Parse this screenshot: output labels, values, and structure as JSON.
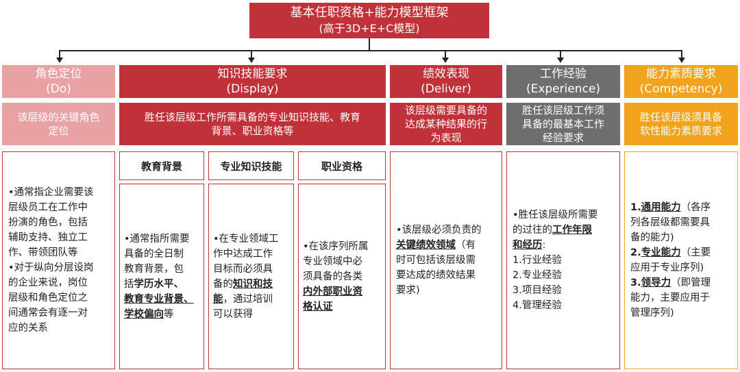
{
  "title": {
    "main": "基本任职资格+能力模型框架",
    "sub": "(高于3D+E+C模型)"
  },
  "colors": {
    "red": "#c0313a",
    "pink": "#e8a2a4",
    "gray": "#6e6e6e",
    "orange": "#f2a31c"
  },
  "columns": [
    {
      "head": "角色定位",
      "en": "(Do)",
      "desc": [
        "该层级的关键角色",
        "定位"
      ]
    },
    {
      "head": "知识技能要求",
      "en": "(Display)",
      "desc": [
        "胜任该层级工作所需具备的专业知识技能、教育",
        "背景、职业资格等"
      ]
    },
    {
      "head": "绩效表现",
      "en": "(Deliver)",
      "desc": [
        "该层级需要具备的",
        "达成某种结果的行",
        "为表现"
      ]
    },
    {
      "head": "工作经验",
      "en": "(Experience)",
      "desc": [
        "胜任该层级工作须",
        "具备的最基本工作",
        "经验要求"
      ]
    },
    {
      "head": "能力素质要求",
      "en": "(Competency)",
      "desc": [
        "胜任该层级须具备",
        "软性能力素质要求"
      ]
    }
  ],
  "subheads": [
    "教育背景",
    "专业知识技能",
    "职业资格"
  ],
  "do_body": [
    "•通常指企业需要该",
    "层级员工在工作中",
    "扮演的角色，包括",
    "辅助支持、独立工",
    "作、带领团队等",
    "•对于纵向分层设岗",
    "的企业来说，岗位",
    "层级和角色定位之",
    "间通常会有逐一对",
    "应的关系"
  ],
  "edu": {
    "l1": "•通常指所需要",
    "l2": "具备的全日制",
    "l3": "教育背景，包",
    "l4a": "括",
    "l4b": "学历水平、",
    "l5": "教育专业背景、",
    "l6a": "学校偏向",
    "l6b": "等"
  },
  "skill": {
    "l1": "•在专业领域工",
    "l2": "作中达成工作",
    "l3": "目标而必须具",
    "l4a": "备的",
    "l4b": "知识和技",
    "l5a": "能",
    "l5b": "，通过培训",
    "l6": "可以获得"
  },
  "cert": {
    "l1": "•在该序列所属",
    "l2": "专业领域中必",
    "l3": "须具备的各类",
    "l4": "内外部职业资",
    "l5": "格认证"
  },
  "deliver": {
    "l1": "•该层级必须负责的",
    "l2a": "关键绩效领域",
    "l2b": "（有",
    "l3": "时可包括该层级需",
    "l4": "要达成的绩效结果",
    "l5": "要求)"
  },
  "exp": {
    "l1": "•胜任该层级所需要",
    "l2a": "的过往的",
    "l2b": "工作年限",
    "l3a": "和经历",
    "l3b": ":",
    "items": [
      "1.行业经验",
      "2.专业经验",
      "3.项目经验",
      "4.管理经验"
    ]
  },
  "comp": {
    "c1n": "1.",
    "c1t": "通用能力",
    "c1r": "（各序",
    "c1l2": "列各层级都需要具",
    "c1l3": "备的能力)",
    "c2n": "2.",
    "c2t": "专业能力",
    "c2r": "（主要",
    "c2l2": "应用于专业序列)",
    "c3n": "3.",
    "c3t": "领导力",
    "c3r": "（即管理",
    "c3l2": "能力，主要应用于",
    "c3l3": "管理序列)"
  }
}
